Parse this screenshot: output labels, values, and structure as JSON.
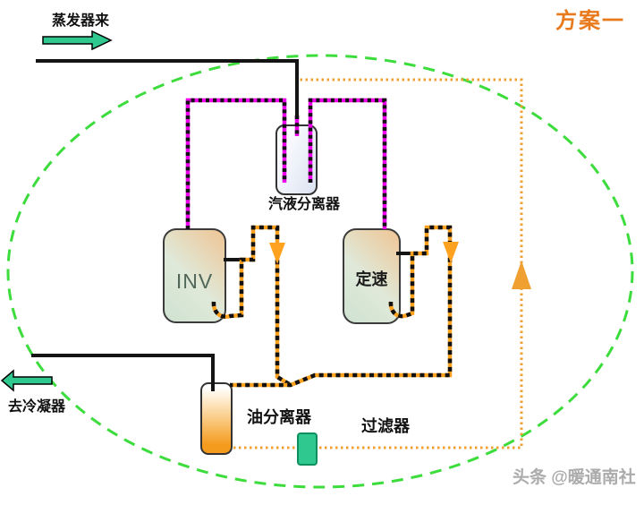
{
  "title": "方案一",
  "watermark": "头条 @暖通南社",
  "labels": {
    "from_evaporator": "蒸发器来",
    "to_condenser": "去冷凝器"
  },
  "components": {
    "gas_liquid_separator": "汽液分离器",
    "inv_compressor": "INV",
    "fixed_speed_compressor": "定速",
    "oil_separator": "油分离器",
    "filter": "过滤器"
  },
  "colors": {
    "title_orange": "#e8791c",
    "suction_pipe_magenta": "#ee00ee",
    "discharge_pipe_orange": "#ffa21f",
    "oil_return_orange": "#f0a030",
    "boundary_green": "#3cdc3c",
    "flow_arrow_green": "#2fc98f",
    "pipe_black": "#141414",
    "dash_black": "#111111"
  }
}
